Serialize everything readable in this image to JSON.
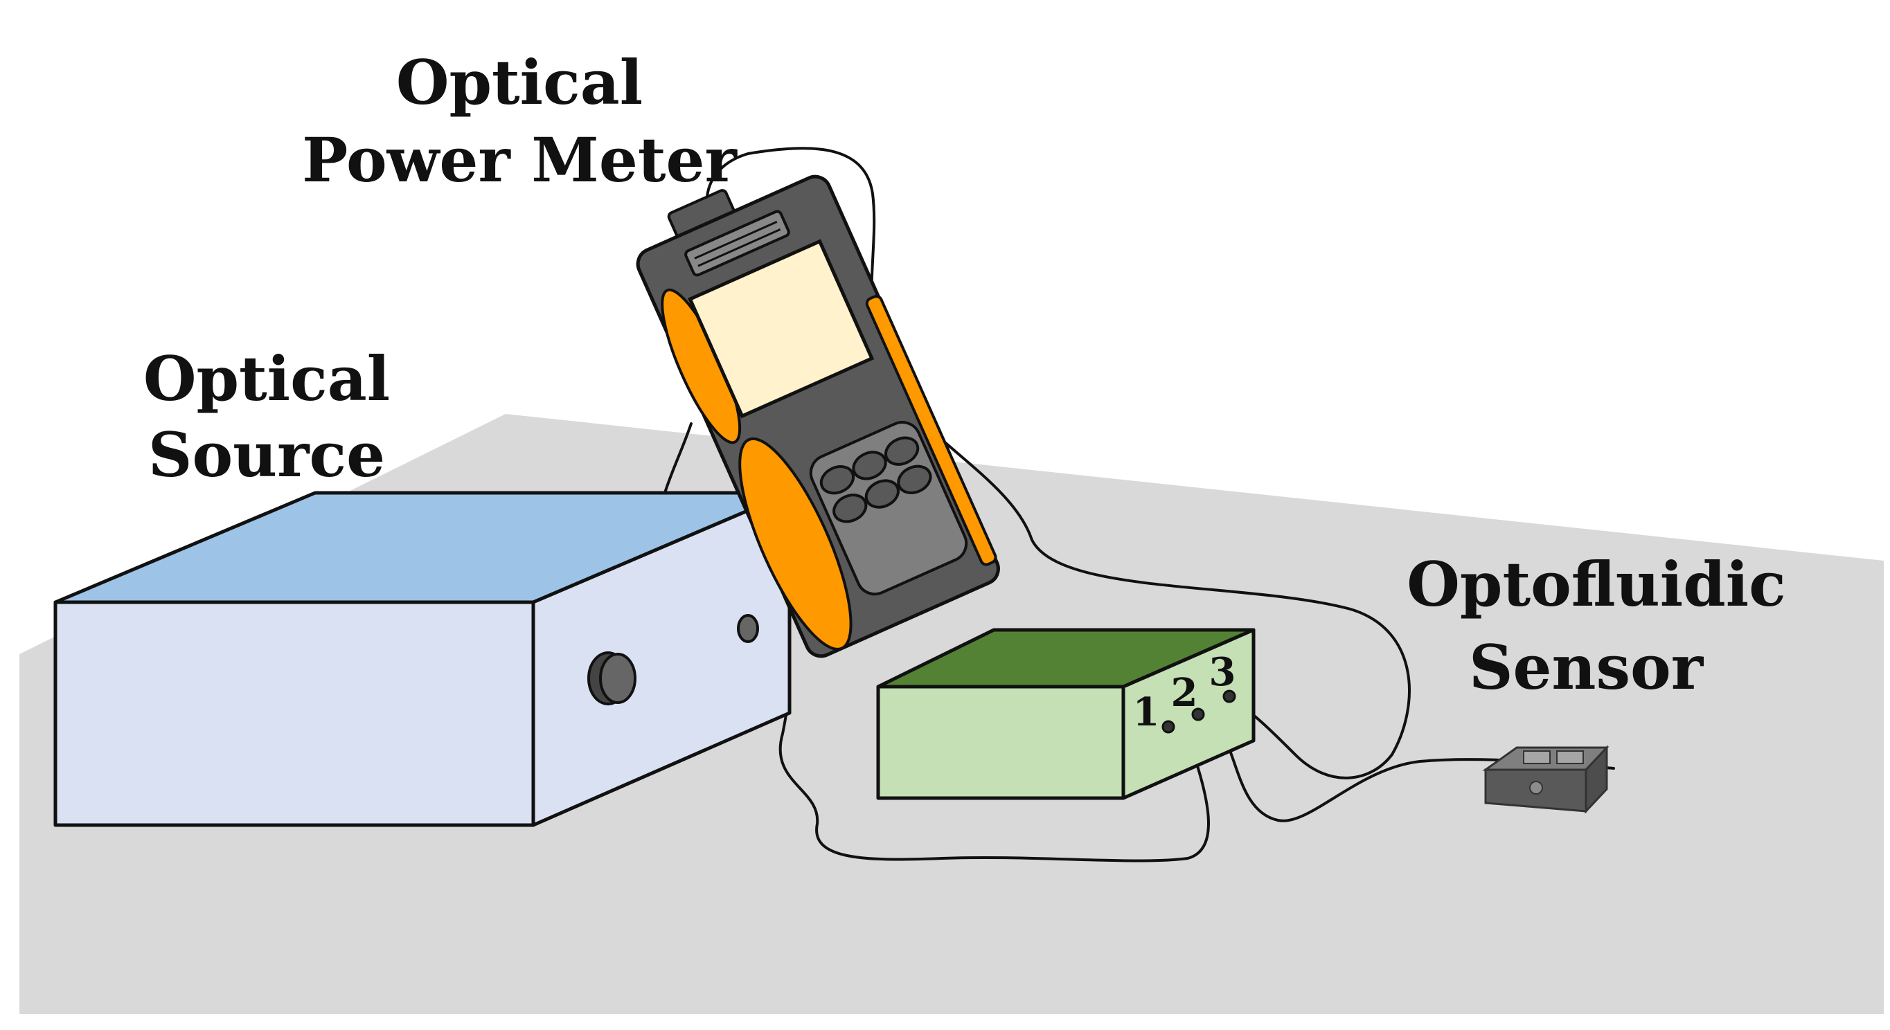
{
  "labels": {
    "power_meter_line1": "Optical",
    "power_meter_line2": "Power Meter",
    "source_line1": "Optical",
    "source_line2": "Source",
    "sensor_line1": "Optofluidic",
    "sensor_line2": "Sensor"
  },
  "ports": {
    "port1": "1",
    "port2": "2",
    "port3": "3"
  },
  "colors": {
    "background": "#ffffff",
    "table_surface": "#d9d9d9",
    "source_top": "#9dc3e6",
    "source_body": "#dae1f3",
    "meter_body": "#595959",
    "meter_accent": "#ff9900",
    "meter_screen": "#fff2cc",
    "circulator_top": "#548235",
    "circulator_body": "#c5e0b4",
    "sensor_chip": "#595959"
  }
}
